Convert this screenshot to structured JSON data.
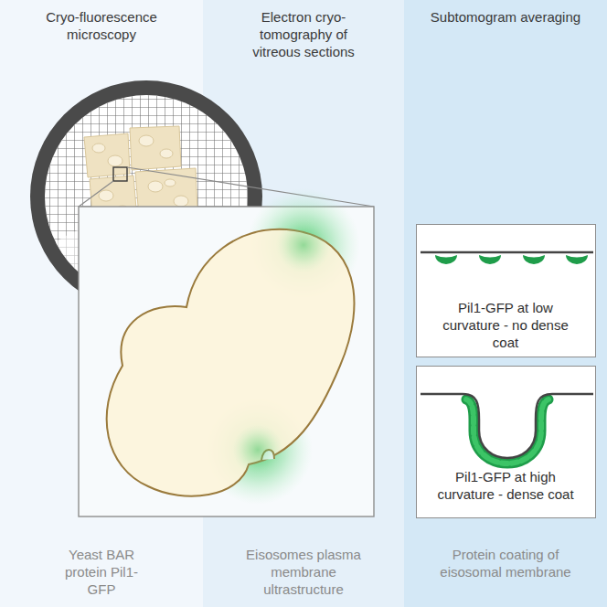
{
  "diagram": {
    "nodes": [
      {
        "text": [
          "Cryo-fluorescence microscopy",
          "Yeast BAR protein Pil1-GFP"
        ]
      },
      {
        "text": [
          "Electron cryo-tomography of vitreous sections",
          "Eisosomes plasma membrane ultrastructure"
        ]
      },
      {
        "text": [
          "Subtomogram averaging",
          "Protein coating of eisosomal membrane"
        ]
      },
      {
        "text": [
          "Pil1-GFP at low curvature - no dense coat"
        ],
        "in": 2
      },
      {
        "text": [
          "Pil1-GFP at high curvature - dense coat"
        ],
        "in": 2
      }
    ]
  }
}
